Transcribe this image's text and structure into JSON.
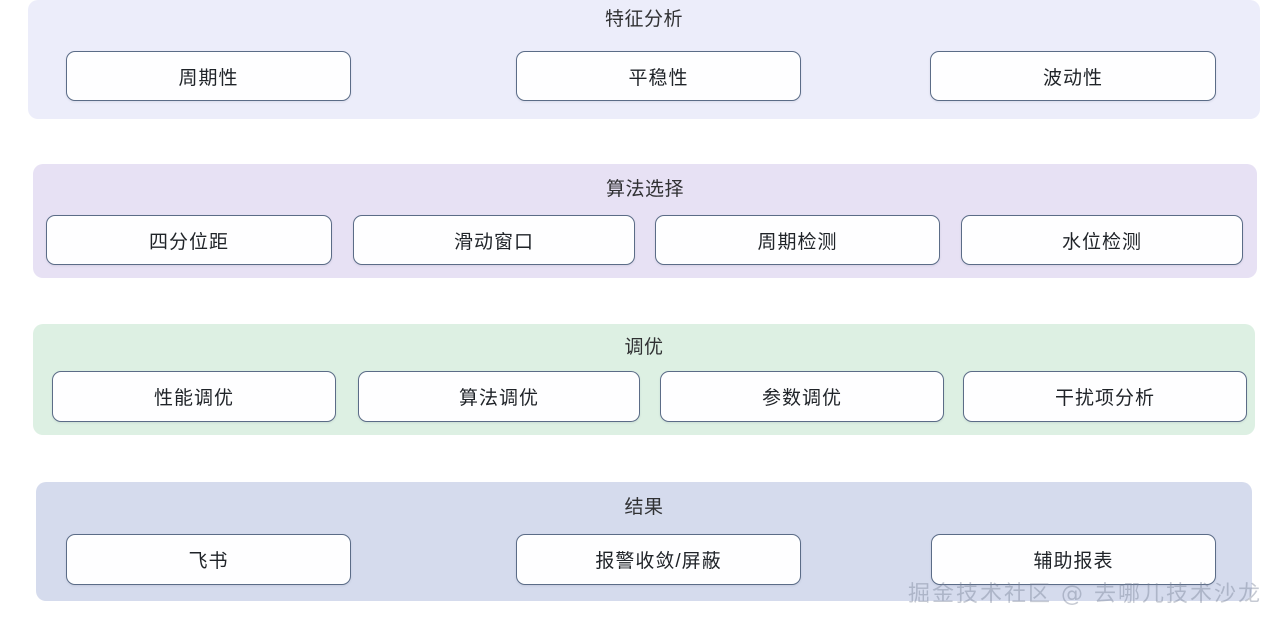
{
  "diagram": {
    "type": "layered-flow",
    "sections": [
      {
        "id": "feature-analysis",
        "title": "特征分析",
        "background": "#ecedfa",
        "nodes": [
          {
            "label": "周期性"
          },
          {
            "label": "平稳性"
          },
          {
            "label": "波动性"
          }
        ]
      },
      {
        "id": "algorithm-selection",
        "title": "算法选择",
        "background": "#e7e1f4",
        "nodes": [
          {
            "label": "四分位距"
          },
          {
            "label": "滑动窗口"
          },
          {
            "label": "周期检测"
          },
          {
            "label": "水位检测"
          }
        ]
      },
      {
        "id": "tuning",
        "title": "调优",
        "background": "#ddf0e3",
        "nodes": [
          {
            "label": "性能调优"
          },
          {
            "label": "算法调优"
          },
          {
            "label": "参数调优"
          },
          {
            "label": "干扰项分析"
          }
        ]
      },
      {
        "id": "result",
        "title": "结果",
        "background": "#d5dbed",
        "nodes": [
          {
            "label": "飞书"
          },
          {
            "label": "报警收敛/屏蔽"
          },
          {
            "label": "辅助报表"
          }
        ]
      }
    ],
    "node_style": {
      "border_color": "#5b6c87",
      "fill_color": "#fefeff",
      "text_color": "#1f2328"
    }
  },
  "watermark": {
    "text": "掘金技术社区 @ 去哪儿技术沙龙"
  }
}
